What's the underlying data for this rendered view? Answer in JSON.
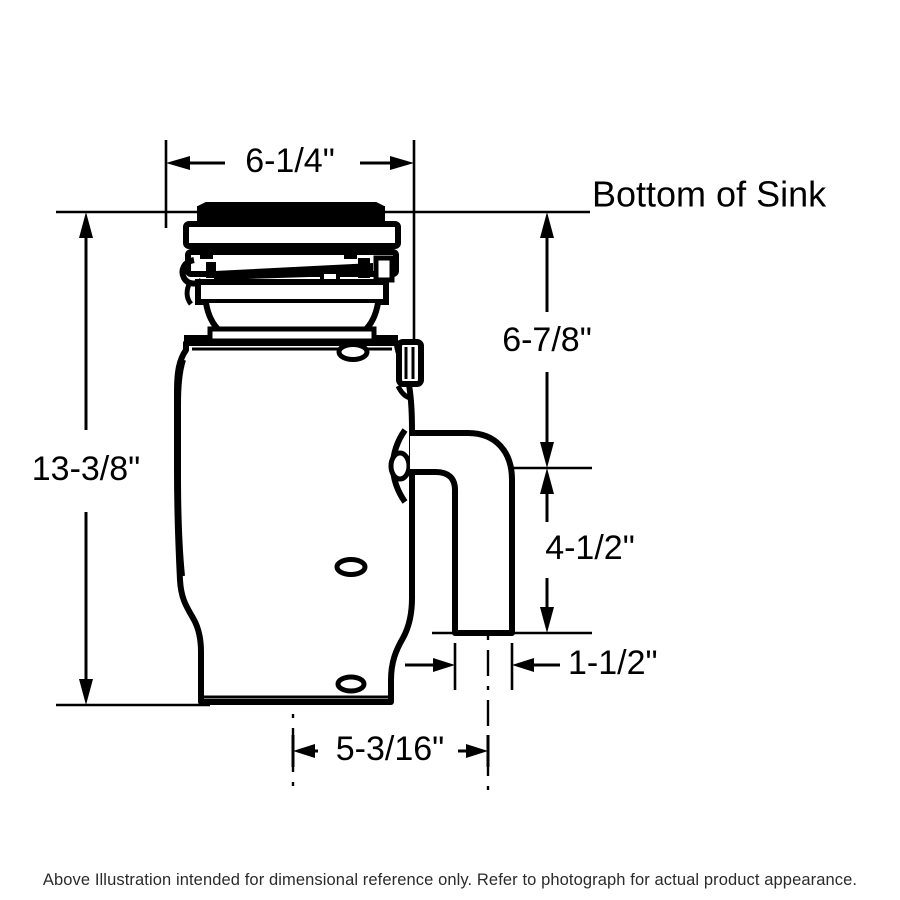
{
  "diagram": {
    "title_label": "Bottom of Sink",
    "dimensions": {
      "width_top": "6-1/4\"",
      "overall_height": "13-3/8\"",
      "sink_to_outlet": "6-7/8\"",
      "outlet_drop": "4-1/2\"",
      "outlet_diameter": "1-1/2\"",
      "center_to_outlet": "5-3/16\""
    },
    "colors": {
      "line": "#000000",
      "background": "#ffffff",
      "footnote": "#2b2b2b"
    }
  },
  "footnote": {
    "text": "Above Illustration intended for dimensional reference only. Refer to photograph for actual product appearance."
  }
}
